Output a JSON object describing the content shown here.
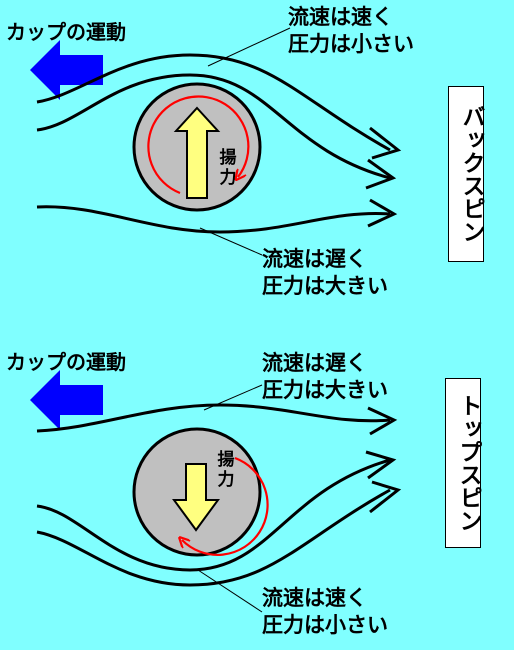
{
  "colors": {
    "background": "#80ffff",
    "motion_arrow": "#0000ff",
    "lift_arrow_fill": "#ffff80",
    "ball_fill": "#c0c0c0",
    "spin_arrow": "#ff0000"
  },
  "icons": [
    "left-arrow-icon",
    "up-arrow-icon",
    "down-arrow-icon",
    "spin-arc-icon"
  ],
  "back": {
    "motion_label": "カップの運動",
    "top_note": [
      "流速は速く",
      "圧力は小さい"
    ],
    "bottom_note": [
      "流速は遅く",
      "圧力は大きい"
    ],
    "lift_label": [
      "揚",
      "力"
    ],
    "spin_label": "バックスピン"
  },
  "top": {
    "motion_label": "カップの運動",
    "top_note": [
      "流速は遅く",
      "圧力は大きい"
    ],
    "bottom_note": [
      "流速は速く",
      "圧力は小さい"
    ],
    "lift_label": [
      "揚",
      "力"
    ],
    "spin_label": "トップスピン"
  }
}
